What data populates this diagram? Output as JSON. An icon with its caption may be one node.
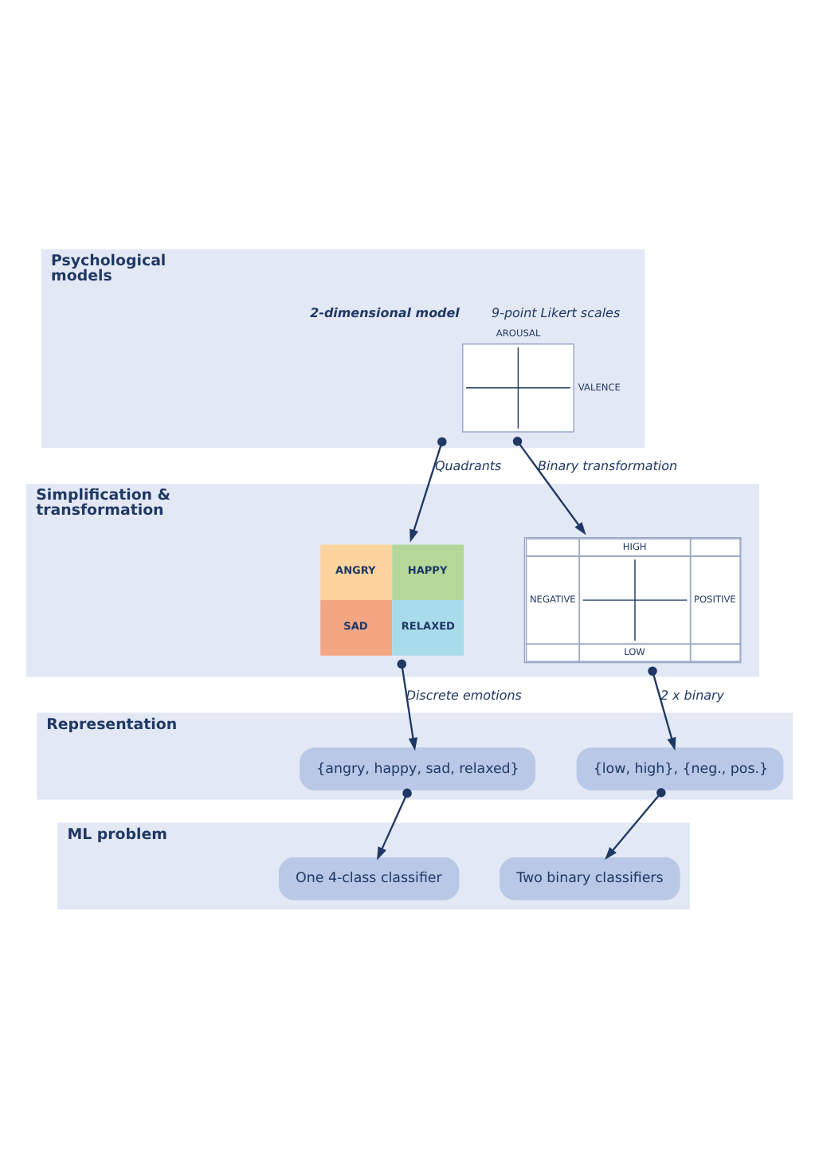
{
  "diagram": {
    "nodes": [
      {
        "text": [
          "Psychological models"
        ]
      },
      {
        "text": [
          "AROUSAL",
          "VALENCE"
        ],
        "in": 0,
        "beside": [
          "2-dimensional model",
          "9-point Likert scales"
        ]
      },
      {
        "text": [
          "Simplification & transformation"
        ]
      },
      {
        "text": [
          "ANGRY",
          "HAPPY",
          "SAD",
          "RELAXED"
        ],
        "in": 2
      },
      {
        "text": [
          "HIGH",
          "NEGATIVE",
          "POSITIVE",
          "LOW"
        ],
        "in": 2
      },
      {
        "text": [
          "Representation"
        ]
      },
      {
        "text": [
          "{angry, happy, sad, relaxed}"
        ],
        "in": 5
      },
      {
        "text": [
          "{low, high}, {neg., pos.}"
        ],
        "in": 5
      },
      {
        "text": [
          "ML problem"
        ]
      },
      {
        "text": [
          "One 4-class classifier"
        ],
        "in": 8
      },
      {
        "text": [
          "Two binary classifiers"
        ],
        "in": 8
      }
    ],
    "edges": [
      {
        "from": 1,
        "to": 3,
        "arrow": "to",
        "label": "Quadrants"
      },
      {
        "from": 1,
        "to": 4,
        "arrow": "to",
        "label": "Binary transformation"
      },
      {
        "from": 3,
        "to": 6,
        "arrow": "to",
        "label": "Discrete emotions"
      },
      {
        "from": 4,
        "to": 7,
        "arrow": "to",
        "label": "2 x binary"
      },
      {
        "from": 6,
        "to": 9,
        "arrow": "to"
      },
      {
        "from": 7,
        "to": 10,
        "arrow": "to"
      }
    ]
  }
}
